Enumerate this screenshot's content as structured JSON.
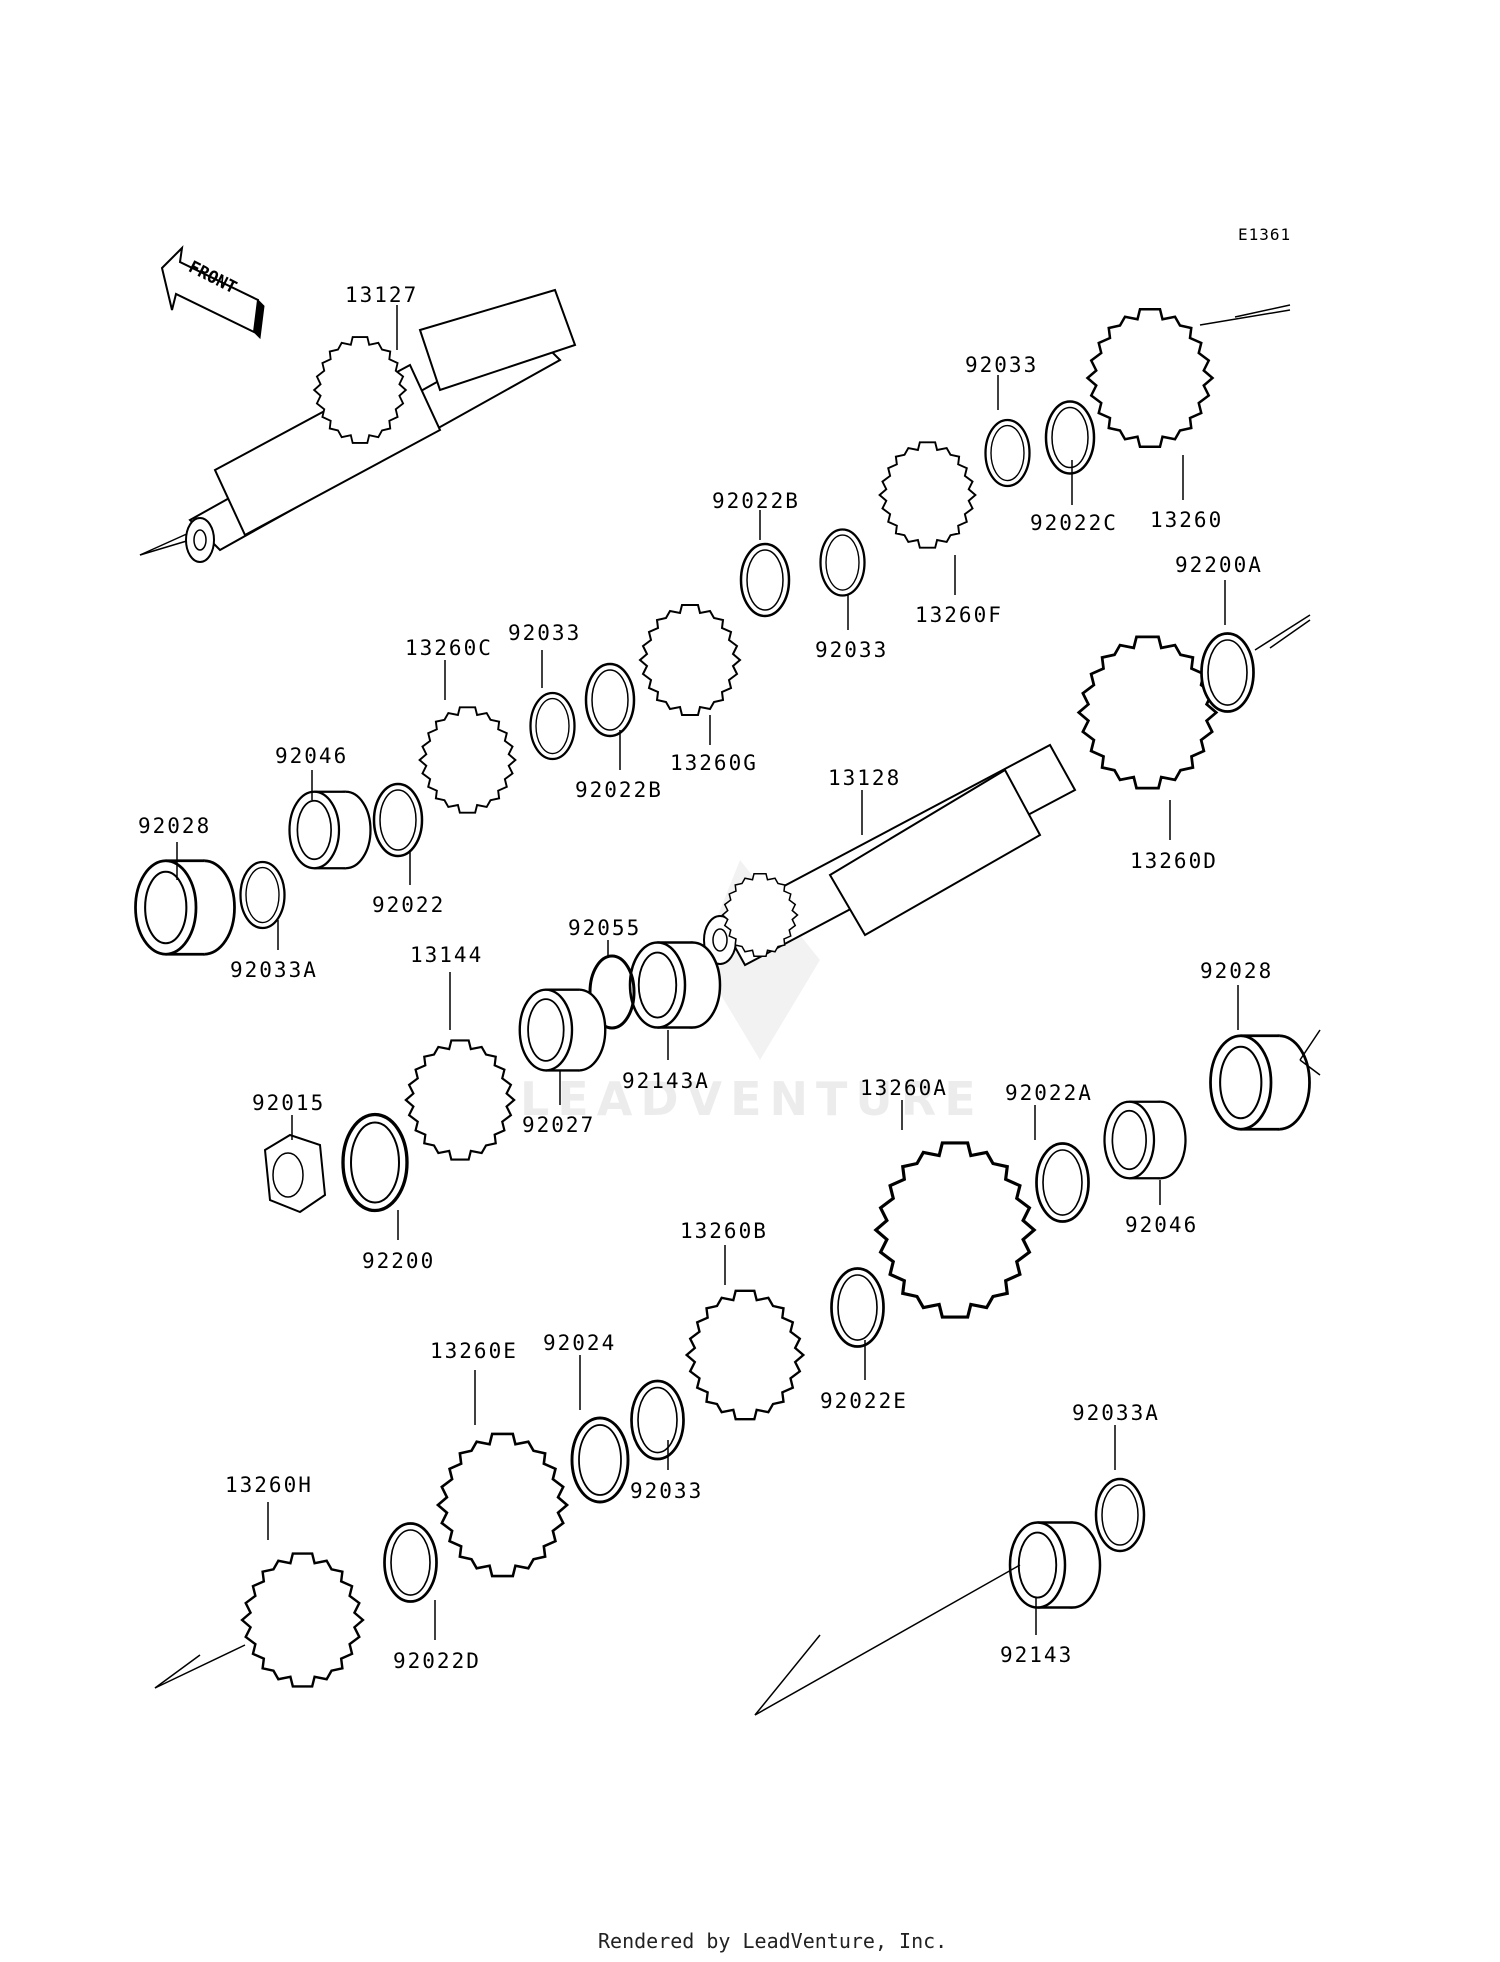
{
  "diagram": {
    "code": "E1361",
    "front_label": "FRONT",
    "watermark": "LEADVENTURE",
    "footer": "Rendered by LeadVenture, Inc.",
    "parts": {
      "p13127": "13127",
      "p92033_a1": "92033",
      "p92022C": "92022C",
      "p13260": "13260",
      "p92022B_top": "92022B",
      "p92033_b": "92033",
      "p13260F": "13260F",
      "p92200A": "92200A",
      "p13260C": "13260C",
      "p92033_c": "92033",
      "p92022B_mid": "92022B",
      "p13260G": "13260G",
      "p92046_top": "92046",
      "p92028_left": "92028",
      "p92033A_left": "92033A",
      "p92022": "92022",
      "p13128": "13128",
      "p13260D": "13260D",
      "p92055": "92055",
      "p13144": "13144",
      "p92143A": "92143A",
      "p92027": "92027",
      "p92028_right": "92028",
      "p92015": "92015",
      "p92200": "92200",
      "p13260A": "13260A",
      "p92022A": "92022A",
      "p92046_right": "92046",
      "p13260B": "13260B",
      "p92022E": "92022E",
      "p13260E": "13260E",
      "p92024": "92024",
      "p92033_d": "92033",
      "p13260H": "13260H",
      "p92022D": "92022D",
      "p92033A_right": "92033A",
      "p92143": "92143"
    }
  }
}
